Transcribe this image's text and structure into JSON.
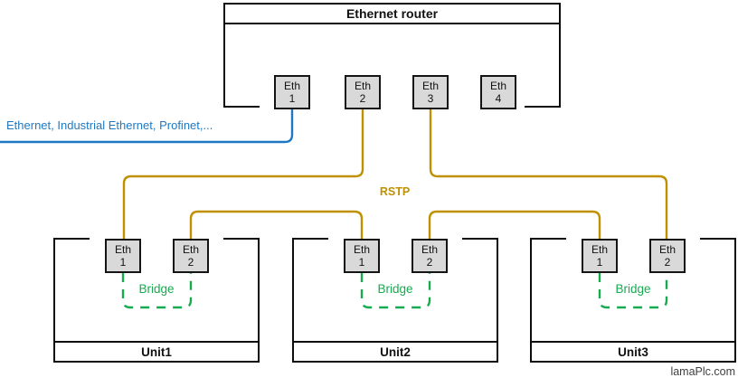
{
  "colors": {
    "wire_blue": "#1E79C2",
    "wire_gold": "#BF9000",
    "bridge_green": "#17AB50",
    "port_fill": "#D9D9D9",
    "box_border": "#0D0D0D",
    "watermark_gray": "#3F3F3F"
  },
  "router": {
    "title": "Ethernet router",
    "ports": [
      {
        "label": "Eth",
        "number": "1"
      },
      {
        "label": "Eth",
        "number": "2"
      },
      {
        "label": "Eth",
        "number": "3"
      },
      {
        "label": "Eth",
        "number": "4"
      }
    ]
  },
  "uplink": {
    "label": "Ethernet, Industrial Ethernet, Profinet,..."
  },
  "rstp": {
    "label": "RSTP"
  },
  "units": [
    {
      "name": "Unit1",
      "bridge": "Bridge",
      "ports": [
        {
          "label": "Eth",
          "number": "1"
        },
        {
          "label": "Eth",
          "number": "2"
        }
      ]
    },
    {
      "name": "Unit2",
      "bridge": "Bridge",
      "ports": [
        {
          "label": "Eth",
          "number": "1"
        },
        {
          "label": "Eth",
          "number": "2"
        }
      ]
    },
    {
      "name": "Unit3",
      "bridge": "Bridge",
      "ports": [
        {
          "label": "Eth",
          "number": "1"
        },
        {
          "label": "Eth",
          "number": "2"
        }
      ]
    }
  ],
  "watermark": "lamaPlc.com"
}
